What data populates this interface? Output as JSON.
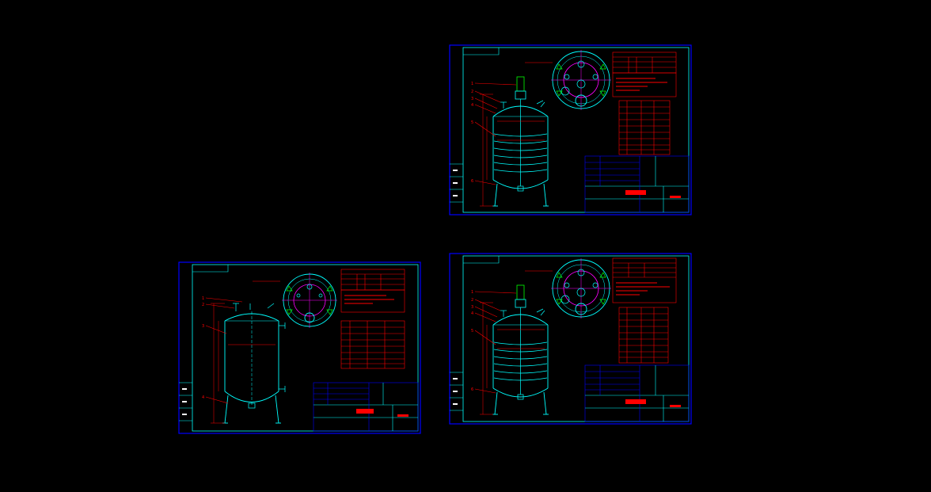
{
  "colors": {
    "background": "#000000",
    "sheet_border": "#0000ff",
    "inner_frame": "#00ffff",
    "vessel": "#00ffff",
    "dimension": "#ff0000",
    "leader": "#ff0000",
    "table": "#ff0000",
    "title_table": "#0000ff",
    "flange_plan": "#ff00ff",
    "motor": "#00ff00",
    "title_text": "#ff0000"
  },
  "sheets": [
    {
      "id": "top-right",
      "vessel_type": "agitated-jacketed",
      "drawing_title": "",
      "leader_numbers": [
        "1",
        "2",
        "3",
        "4",
        "5",
        "6"
      ]
    },
    {
      "id": "bottom-left",
      "vessel_type": "storage",
      "drawing_title": "",
      "leader_numbers": [
        "1",
        "2",
        "3",
        "4"
      ]
    },
    {
      "id": "bottom-right",
      "vessel_type": "agitated-jacketed",
      "drawing_title": "",
      "leader_numbers": [
        "1",
        "2",
        "3",
        "4",
        "5",
        "6"
      ]
    }
  ]
}
